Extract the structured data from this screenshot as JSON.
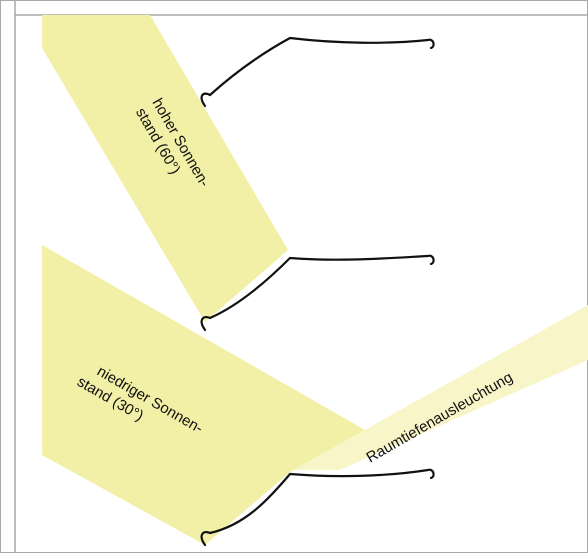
{
  "colors": {
    "frame": "#a8a8a8",
    "beam": "#f2efa6",
    "beam_light": "#f8f6c8",
    "slat": "#111111",
    "text": "#111111"
  },
  "labels": {
    "high_sun_line1": "hoher Sonnen-",
    "high_sun_line2": "stand (60°)",
    "low_sun_line1": "niedriger Sonnen-",
    "low_sun_line2": "stand (30°)",
    "room_depth": "Raumtiefenausleuchtung"
  }
}
